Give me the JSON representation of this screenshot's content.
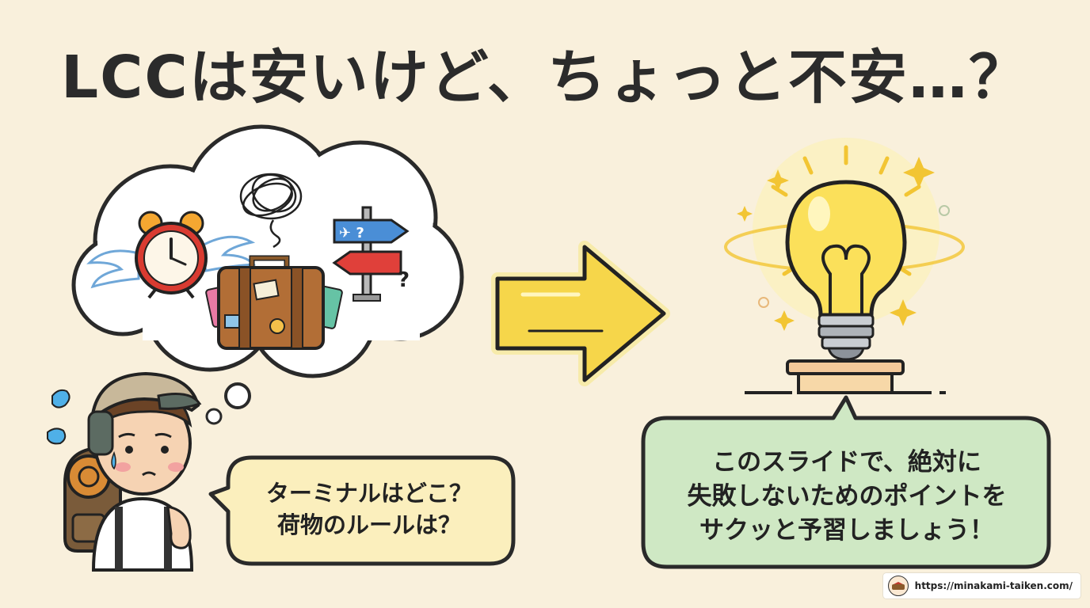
{
  "title": "LCCは安いけど、ちょっと不安…？",
  "left_bubble": {
    "line1": "ターミナルはどこ？",
    "line2": "荷物のルールは？"
  },
  "right_bubble": {
    "line1": "このスライドで、絶対に",
    "line2": "失敗しないためのポイントを",
    "line3": "サクッと予習しましょう！"
  },
  "footer": {
    "url": "https://minakami-taiken.com/"
  },
  "colors": {
    "background": "#f9f0dc",
    "arrow": "#f6d64a",
    "bulb": "#fbe05a",
    "left_bubble": "#fbefbd",
    "right_bubble": "#cfe8c4"
  },
  "icons": [
    "flying-alarm-clock-icon",
    "tangled-scribble-icon",
    "direction-signpost-icon",
    "suitcase-icon",
    "question-mark-icon",
    "right-arrow-icon",
    "light-bulb-icon",
    "sweat-drop-icon",
    "traveler-character"
  ]
}
